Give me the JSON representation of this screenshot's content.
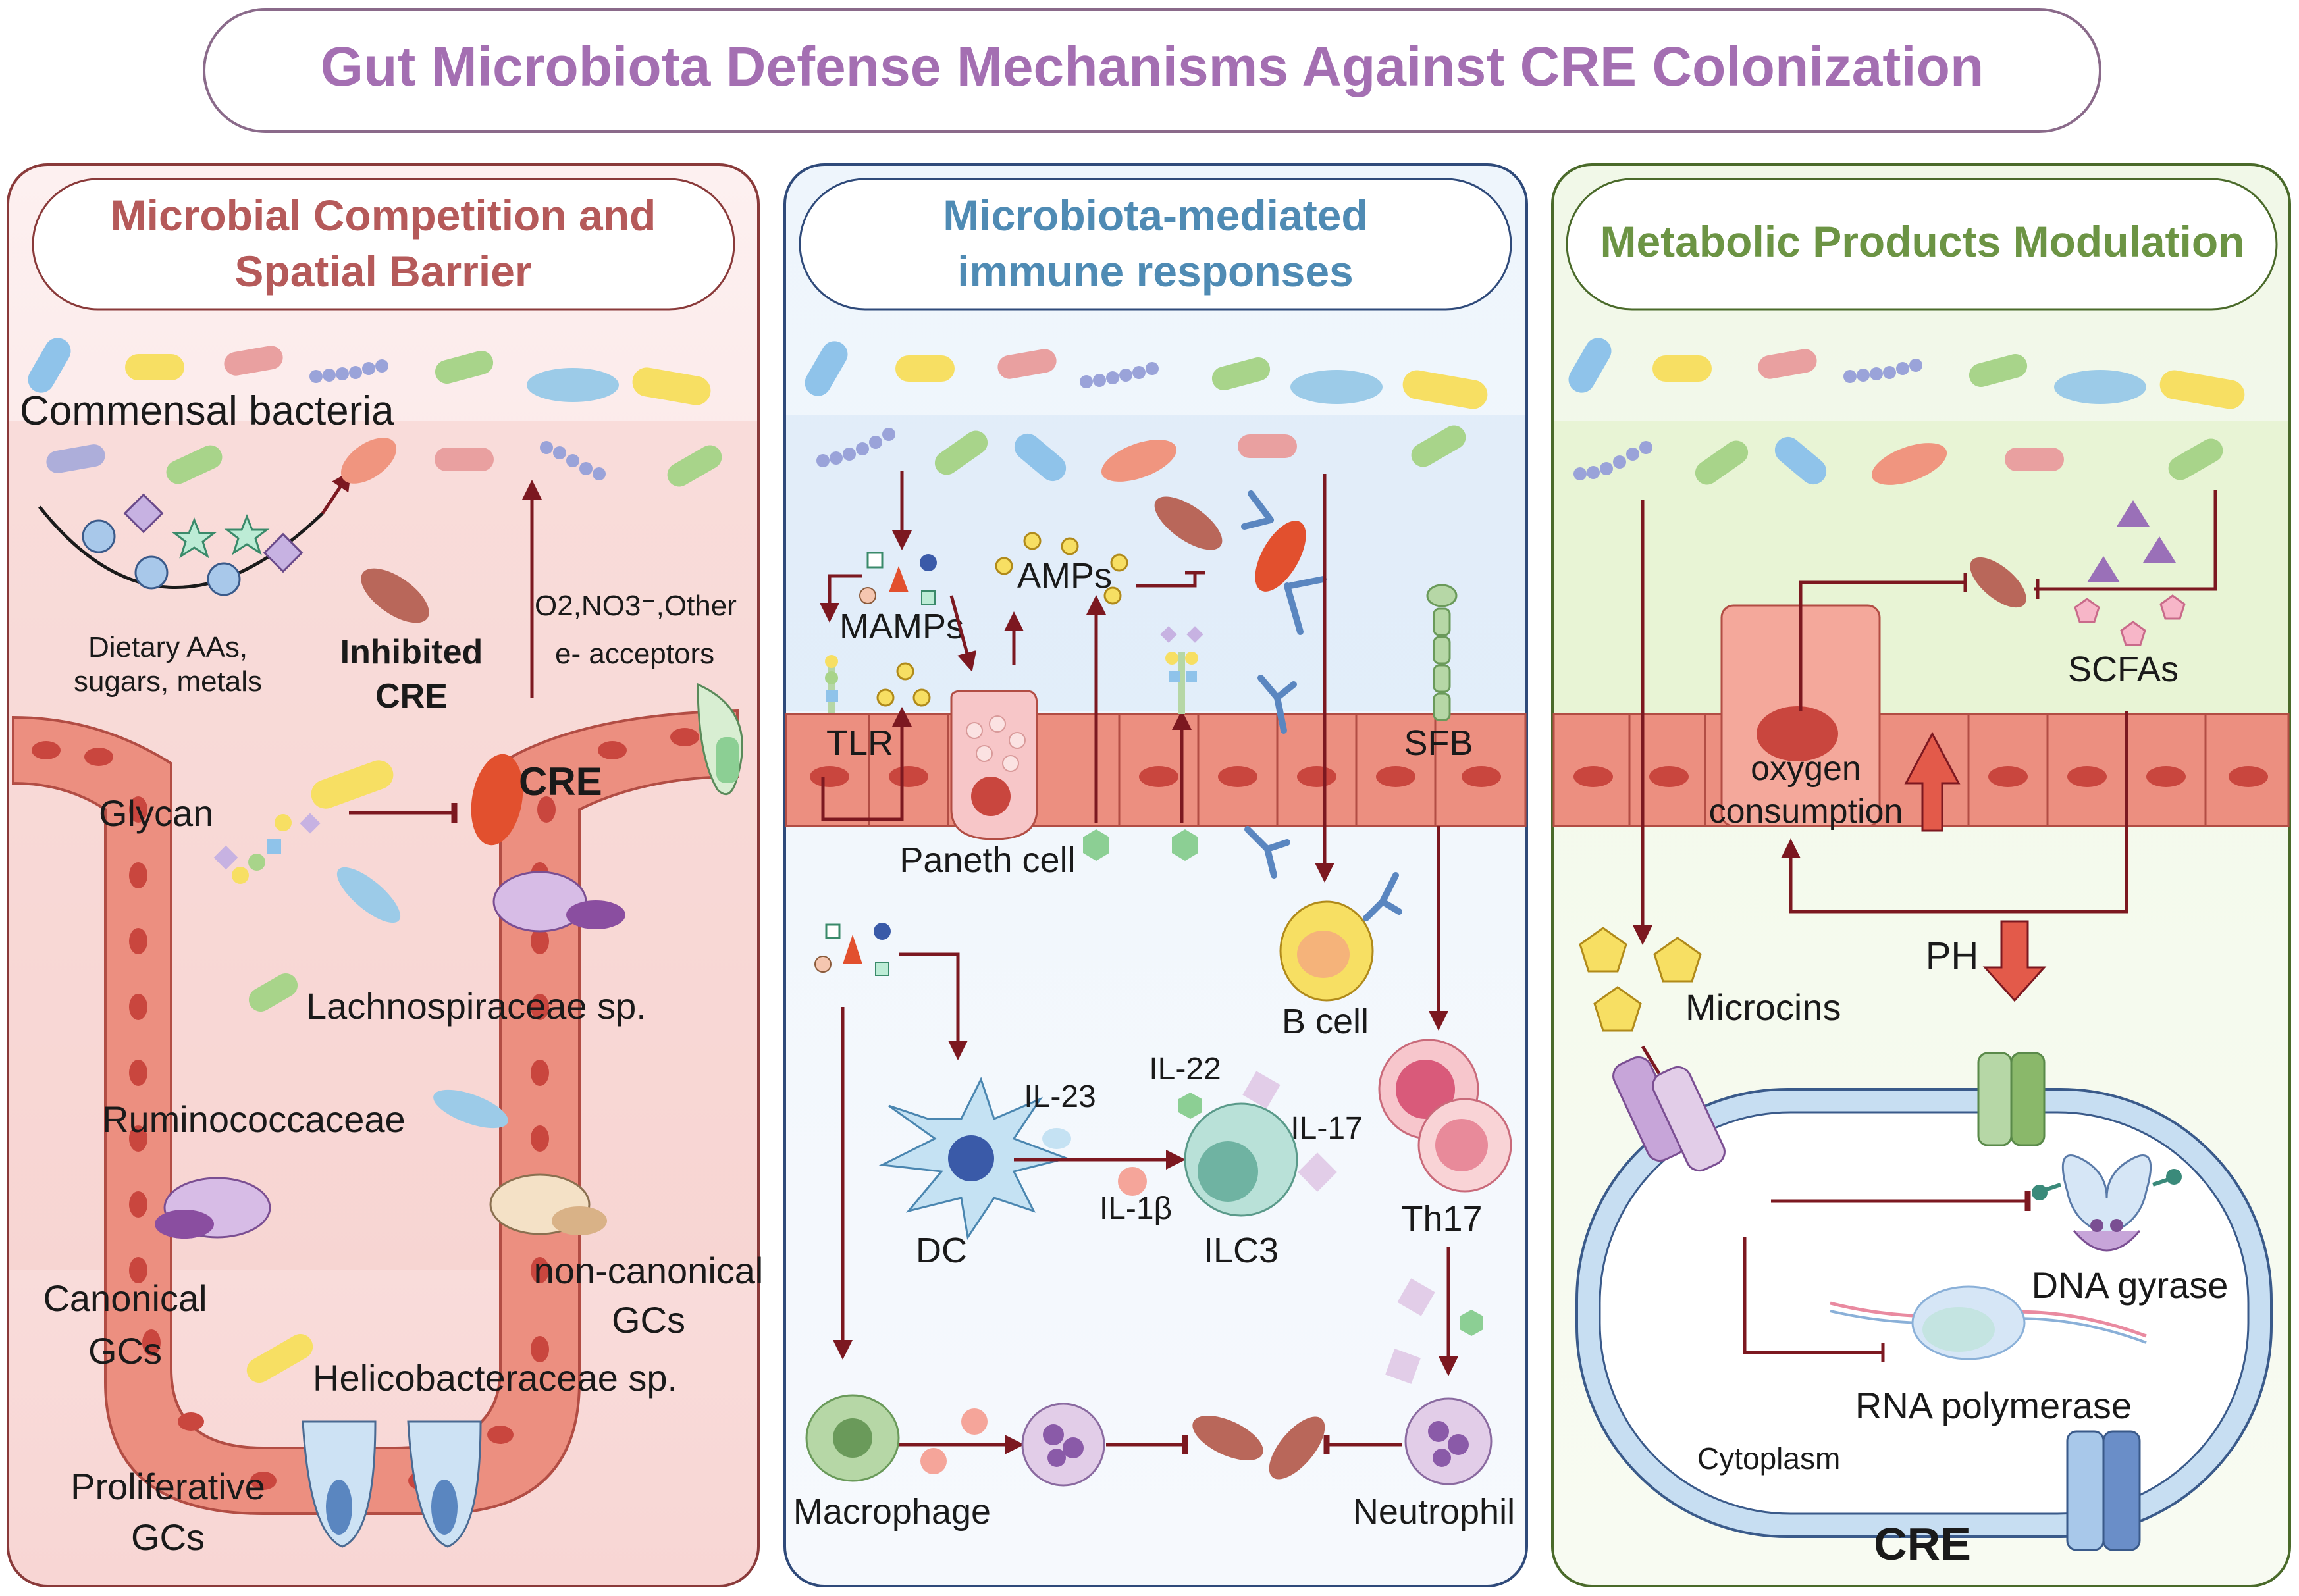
{
  "title": "Gut Microbiota Defense Mechanisms Against CRE Colonization",
  "colors": {
    "title_text": "#a46fb2",
    "panel1_title": "#b55a5a",
    "panel2_title": "#4f8bb4",
    "panel3_title": "#6c9444",
    "arrow": "#7c1820",
    "cell_fill": "#ec8f80",
    "nucleus": "#c9463e"
  },
  "panels": {
    "competition": {
      "title_line1": "Microbial Competition and",
      "title_line2": "Spatial Barrier",
      "labels": {
        "commensal": "Commensal bacteria",
        "dietary_line1": "Dietary AAs,",
        "dietary_line2": "sugars, metals",
        "inhibited_line1": "Inhibited",
        "inhibited_line2": "CRE",
        "acceptors_line1": "O2,NO3⁻,Other",
        "acceptors_line2": "e- acceptors",
        "cre": "CRE",
        "glycan": "Glycan",
        "lachno": "Lachnospiraceae sp.",
        "rumino": "Ruminococcaceae",
        "canonical_line1": "Canonical",
        "canonical_line2": "GCs",
        "noncanonical_line1": "non-canonical",
        "noncanonical_line2": "GCs",
        "helico": "Helicobacteraceae sp.",
        "prolif_line1": "Proliferative",
        "prolif_line2": "GCs"
      }
    },
    "immune": {
      "title_line1": "Microbiota-mediated",
      "title_line2": "immune responses",
      "labels": {
        "mamps": "MAMPs",
        "amps": "AMPs",
        "tlr": "TLR",
        "paneth": "Paneth cell",
        "sfb": "SFB",
        "bcell": "B cell",
        "il23": "IL-23",
        "il22": "IL-22",
        "il17": "IL-17",
        "il1b": "IL-1β",
        "dc": "DC",
        "ilc3": "ILC3",
        "th17": "Th17",
        "macrophage": "Macrophage",
        "neutrophil": "Neutrophil"
      }
    },
    "metabolic": {
      "title": "Metabolic Products Modulation",
      "labels": {
        "scfas": "SCFAs",
        "oxygen_line1": "oxygen",
        "oxygen_line2": "consumption",
        "ph": "PH",
        "microcins": "Microcins",
        "dna_gyrase": "DNA gyrase",
        "rna_pol": "RNA polymerase",
        "cytoplasm": "Cytoplasm",
        "cre": "CRE"
      }
    }
  }
}
